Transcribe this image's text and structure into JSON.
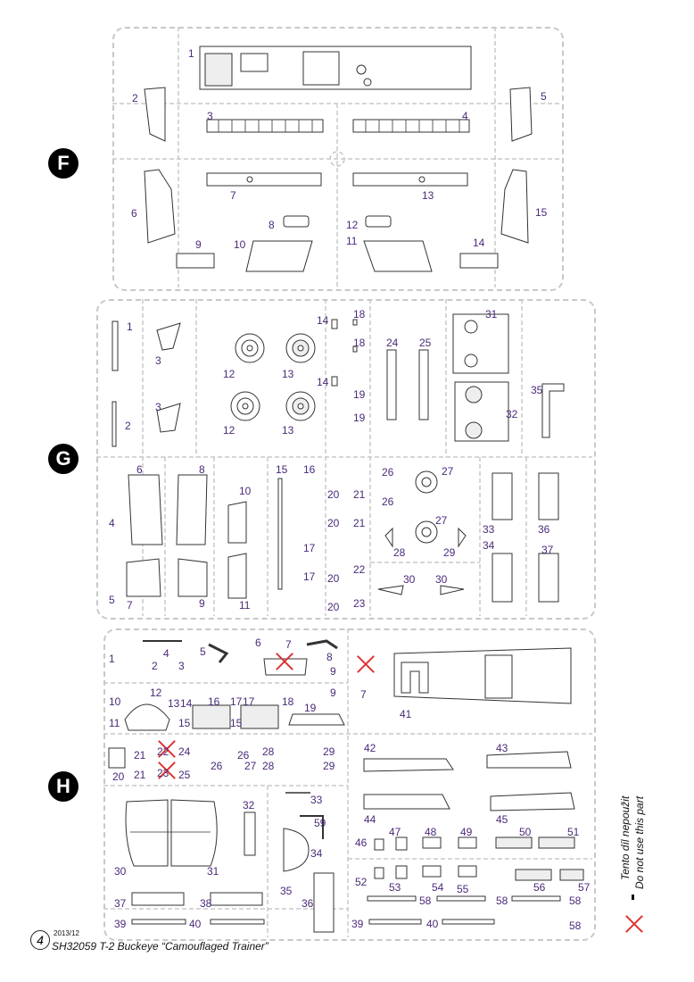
{
  "sections": {
    "F": {
      "letter": "F"
    },
    "G": {
      "letter": "G"
    },
    "H": {
      "letter": "H"
    }
  },
  "labels_F": [
    "1",
    "2",
    "3",
    "4",
    "5",
    "6",
    "7",
    "8",
    "9",
    "10",
    "11",
    "12",
    "13",
    "14",
    "15"
  ],
  "labels_G": [
    "1",
    "2",
    "3",
    "3",
    "4",
    "5",
    "6",
    "7",
    "8",
    "9",
    "10",
    "11",
    "12",
    "12",
    "13",
    "13",
    "14",
    "14",
    "15",
    "16",
    "17",
    "17",
    "18",
    "18",
    "19",
    "19",
    "20",
    "20",
    "20",
    "20",
    "21",
    "21",
    "22",
    "23",
    "24",
    "25",
    "26",
    "26",
    "27",
    "27",
    "28",
    "29",
    "30",
    "30",
    "31",
    "32",
    "33",
    "34",
    "35",
    "36",
    "37"
  ],
  "labels_H": [
    "1",
    "2",
    "3",
    "4",
    "5",
    "6",
    "7",
    "7",
    "8",
    "9",
    "9",
    "10",
    "11",
    "12",
    "13",
    "14",
    "15",
    "15",
    "16",
    "17",
    "17",
    "18",
    "19",
    "20",
    "21",
    "21",
    "22",
    "23",
    "24",
    "25",
    "26",
    "26",
    "27",
    "28",
    "28",
    "29",
    "29",
    "30",
    "31",
    "32",
    "33",
    "34",
    "35",
    "36",
    "37",
    "38",
    "39",
    "39",
    "40",
    "40",
    "41",
    "42",
    "43",
    "44",
    "45",
    "46",
    "47",
    "48",
    "49",
    "50",
    "51",
    "52",
    "53",
    "54",
    "55",
    "56",
    "57",
    "58",
    "58",
    "58",
    "58",
    "59"
  ],
  "legend": {
    "cz": "Tento díl nepoužit",
    "en": "Do not use this part"
  },
  "footer": {
    "page": "4",
    "date": "2013/12",
    "title": "SH32059 T-2 Buckeye “Camouflaged Trainer”"
  }
}
